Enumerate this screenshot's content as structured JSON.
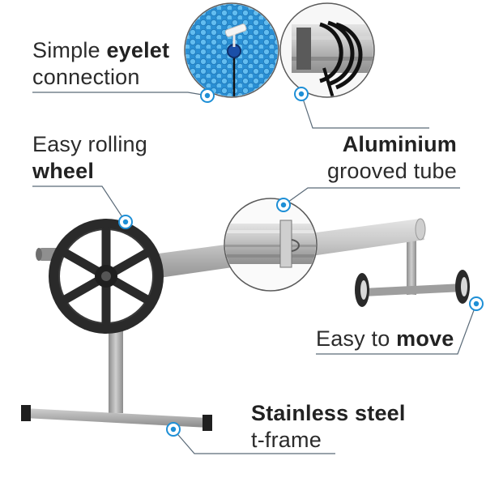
{
  "labels": {
    "eyelet": {
      "pre": "Simple ",
      "bold": "eyelet",
      "line2": "connection"
    },
    "wheel": {
      "line1": "Easy rolling",
      "bold": "wheel"
    },
    "tube": {
      "bold": "Aluminium",
      "line2": "grooved tube"
    },
    "move": {
      "pre": "Easy to ",
      "bold": "move"
    },
    "frame": {
      "bold": "Stainless steel",
      "line2": "t-frame"
    }
  },
  "colors": {
    "accent": "#1e8fd6",
    "text": "#2b2b2b",
    "line": "#5a6a78",
    "wheel": "#2a2a2a",
    "tube": "#b9b9b9",
    "frame": "#a9a9a9",
    "cover": "#3aa3e3"
  },
  "icons": [
    "callout-dot-icon"
  ]
}
